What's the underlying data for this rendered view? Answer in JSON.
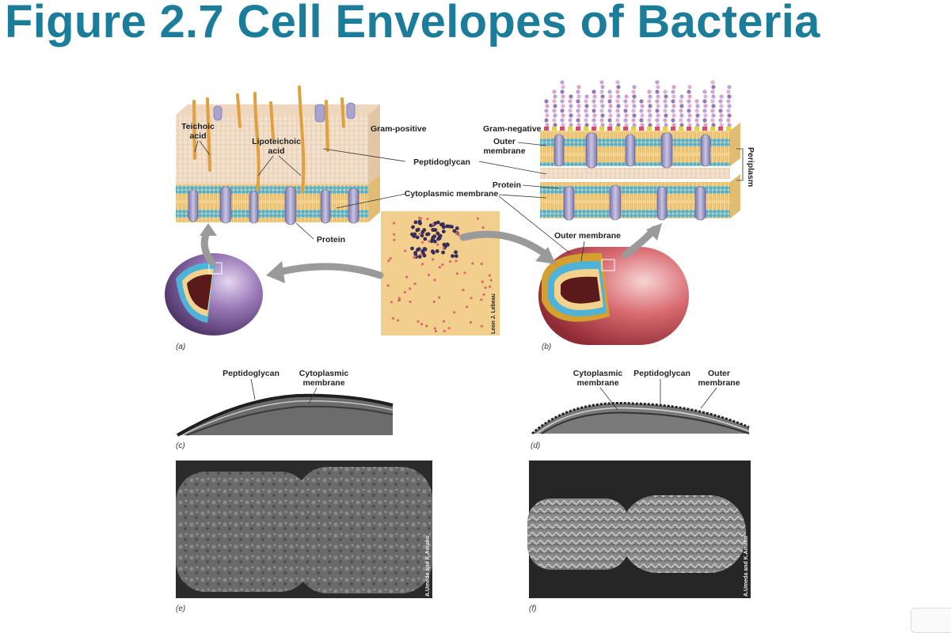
{
  "title": "Figure 2.7 Cell Envelopes of Bacteria",
  "labels": {
    "gram_positive": "Gram-positive",
    "gram_negative": "Gram-negative",
    "teichoic_1": "Teichoic",
    "teichoic_2": "acid",
    "lipoteichoic_1": "Lipoteichoic",
    "lipoteichoic_2": "acid",
    "peptidoglycan": "Peptidoglycan",
    "protein_a": "Protein",
    "protein_b": "Protein",
    "cytoplasmic_membrane": "Cytoplasmic membrane",
    "outer_1": "Outer",
    "outer_2": "membrane",
    "periplasm": "Periplasm",
    "outer_membrane": "Outer membrane",
    "c_peptidoglycan": "Peptidoglycan",
    "c_cyto_1": "Cytoplasmic",
    "c_cyto_2": "membrane",
    "d_cyto_1": "Cytoplasmic",
    "d_cyto_2": "membrane",
    "d_peptidoglycan": "Peptidoglycan",
    "d_outer_1": "Outer",
    "d_outer_2": "membrane"
  },
  "panels": {
    "a": "(a)",
    "b": "(b)",
    "c": "(c)",
    "d": "(d)",
    "e": "(e)",
    "f": "(f)"
  },
  "credits": {
    "micrograph": "Leon J. Lebeau",
    "e": "A.Umeda and K.Amako",
    "f": "A.Umeda and K.Amako"
  }
}
